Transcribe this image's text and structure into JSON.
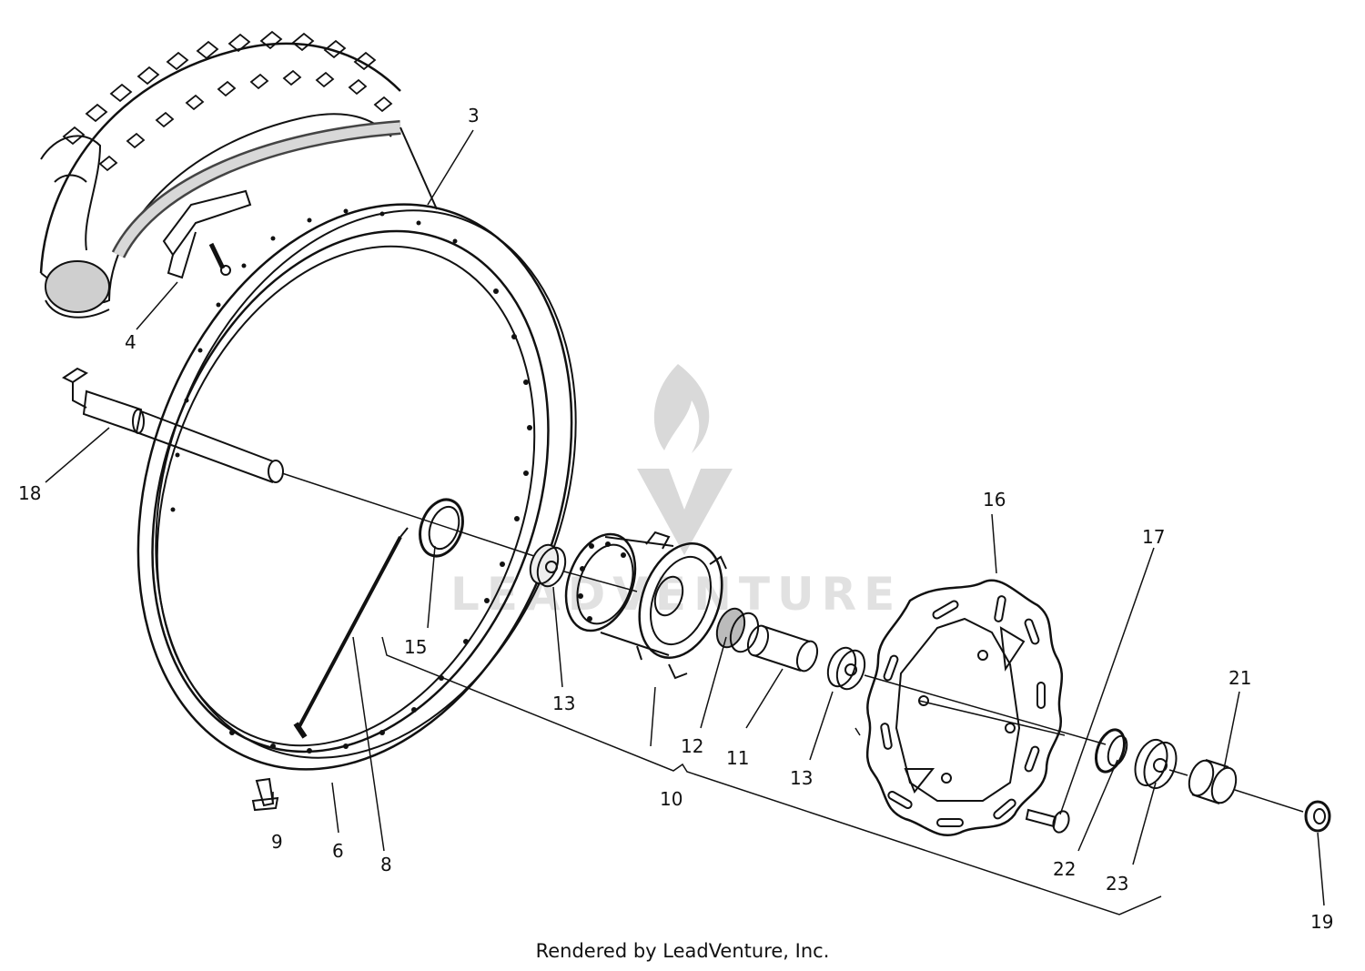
{
  "diagram": {
    "callouts": {
      "c3": "3",
      "c4": "4",
      "c18": "18",
      "c15": "15",
      "c13a": "13",
      "c16": "16",
      "c17": "17",
      "c12": "12",
      "c11": "11",
      "c13b": "13",
      "c10": "10",
      "c21": "21",
      "c9": "9",
      "c6": "6",
      "c8": "8",
      "c22": "22",
      "c23": "23",
      "c19": "19"
    },
    "watermark": "LEADVENTURE"
  },
  "footer": {
    "text": "Rendered by LeadVenture, Inc."
  }
}
